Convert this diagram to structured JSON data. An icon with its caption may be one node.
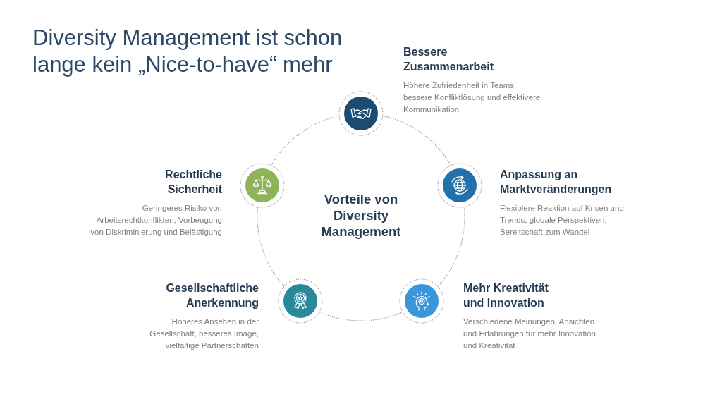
{
  "diagram": {
    "title": "Diversity Management ist schon lange kein „Nice-to-have“ mehr",
    "nodes": [
      {
        "text": [],
        "shape": "circle",
        "beside": [
          "Bessere Zusammenarbeit",
          "Höhere Zufriedenheit in Teams, bessere Konfliktlösung und effektivere Kommunikation"
        ]
      },
      {
        "text": [],
        "shape": "circle",
        "beside": [
          "Rechtliche Sicherheit",
          "Geringeres Risiko von Arbeitsrechtkonflikten, Vorbeugung von Diskriminierung und Belästigung"
        ]
      },
      {
        "text": [],
        "shape": "circle",
        "beside": [
          "Anpassung an Marktveränderungen",
          "Flexiblere Reaktion auf Krisen und Trends, globale Perspektiven, Bereitschaft zum Wandel"
        ]
      },
      {
        "text": [],
        "shape": "circle",
        "beside": [
          "Gesellschaftliche Anerkennung",
          "Höheres Ansehen in der Gesellschaft, besseres Image, vielfältige Partnerschaften"
        ]
      },
      {
        "text": [],
        "shape": "circle",
        "beside": [
          "Mehr Kreativität und Innovation",
          "Verschiedene Meinungen, Ansichten und Erfahrungen für mehr Innovation und Kreativität"
        ]
      }
    ],
    "edges": [
      {
        "from": 0,
        "to": 2,
        "arrow": "none"
      },
      {
        "from": 2,
        "to": 4,
        "arrow": "none"
      },
      {
        "from": 4,
        "to": 3,
        "arrow": "none"
      },
      {
        "from": 3,
        "to": 1,
        "arrow": "none"
      },
      {
        "from": 1,
        "to": 0,
        "arrow": "none"
      }
    ],
    "labels": [
      "Vorteile von Diversity Management"
    ]
  }
}
